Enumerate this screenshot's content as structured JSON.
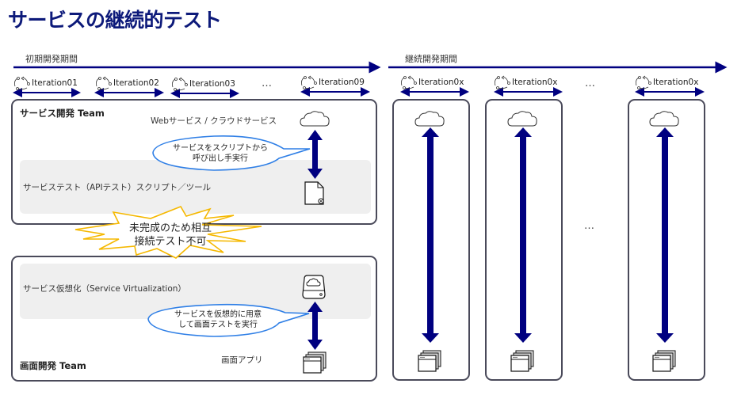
{
  "title": "サービスの継続的テスト",
  "colors": {
    "title": "#0d1a7a",
    "arrow": "#000080",
    "bubble_border": "#2f7fe6",
    "burst_border": "#f5b800",
    "box_border": "#4a4a5a",
    "band": "#efefef"
  },
  "phases": {
    "initial": {
      "label": "初期開発期間"
    },
    "continuous": {
      "label": "継続開発期間"
    }
  },
  "iterations_initial": [
    {
      "label": "Iteration01",
      "icon": "cycle-icon"
    },
    {
      "label": "Iteration02",
      "icon": "cycle-icon"
    },
    {
      "label": "Iteration03",
      "icon": "cycle-icon"
    },
    {
      "label": "Iteration09",
      "icon": "cycle-icon"
    }
  ],
  "iterations_continuous": [
    {
      "label": "Iteration0x",
      "icon": "cycle-icon"
    },
    {
      "label": "Iteration0x",
      "icon": "cycle-icon"
    },
    {
      "label": "Iteration0x",
      "icon": "cycle-icon"
    }
  ],
  "ellipsis": "…",
  "service_team": {
    "label": "サービス開発 Team",
    "web_service": "Webサービス / クラウドサービス",
    "test_script": "サービステスト（APIテスト）スクリプト／ツール",
    "bubble": [
      "サービスをスクリプトから",
      "呼び出し手実行"
    ]
  },
  "burst": [
    "未完成のため相互",
    "接続テスト不可"
  ],
  "ui_team": {
    "label": "画面開発 Team",
    "virtualization": "サービス仮想化（Service Virtualization）",
    "app": "画面アプリ",
    "bubble": [
      "サービスを仮想的に用意",
      "して画面テストを実行"
    ]
  },
  "icons": {
    "cloud": "cloud-icon",
    "script": "script-file-gear-icon",
    "virtual_server": "cloud-drive-icon",
    "app": "app-windows-icon"
  }
}
